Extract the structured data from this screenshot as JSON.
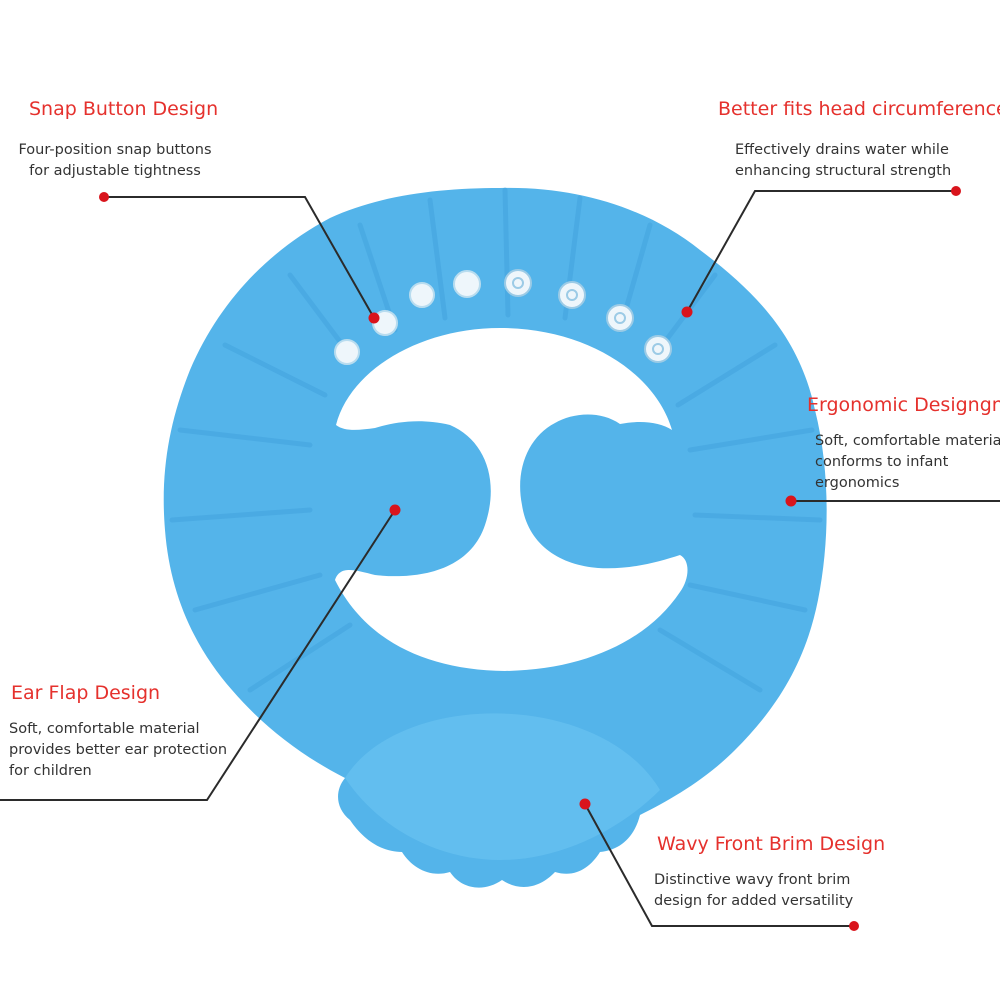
{
  "colors": {
    "cap": "#54b4ea",
    "cap_shade": "#3f9fdb",
    "cap_light": "#6cc4f2",
    "callout_title": "#e5312d",
    "callout_dot": "#d9141c",
    "leader_line": "#2b2b2b",
    "snap_button": "#eef6fb"
  },
  "icons": {
    "product": "baby-shower-cap-icon",
    "callout_marker": "red-dot-icon"
  },
  "callouts": {
    "snap_button": {
      "title": "Snap Button Design",
      "lines": [
        "Four-position snap buttons",
        "for adjustable tightness"
      ]
    },
    "head_fit": {
      "title": "Better fits head circumference",
      "lines": [
        "Effectively drains water while",
        "enhancing structural strength"
      ]
    },
    "ergonomic": {
      "title": "Ergonomic Designgn",
      "lines": [
        "Soft, comfortable materia",
        "conforms to infant",
        "ergonomics"
      ]
    },
    "ear_flap": {
      "title": "Ear Flap Design",
      "lines": [
        "Soft, comfortable material",
        "provides better ear protection",
        "for children"
      ]
    },
    "wavy_brim": {
      "title": "Wavy Front Brim Design",
      "lines": [
        "Distinctive wavy front brim",
        "design for added versatility"
      ]
    }
  }
}
